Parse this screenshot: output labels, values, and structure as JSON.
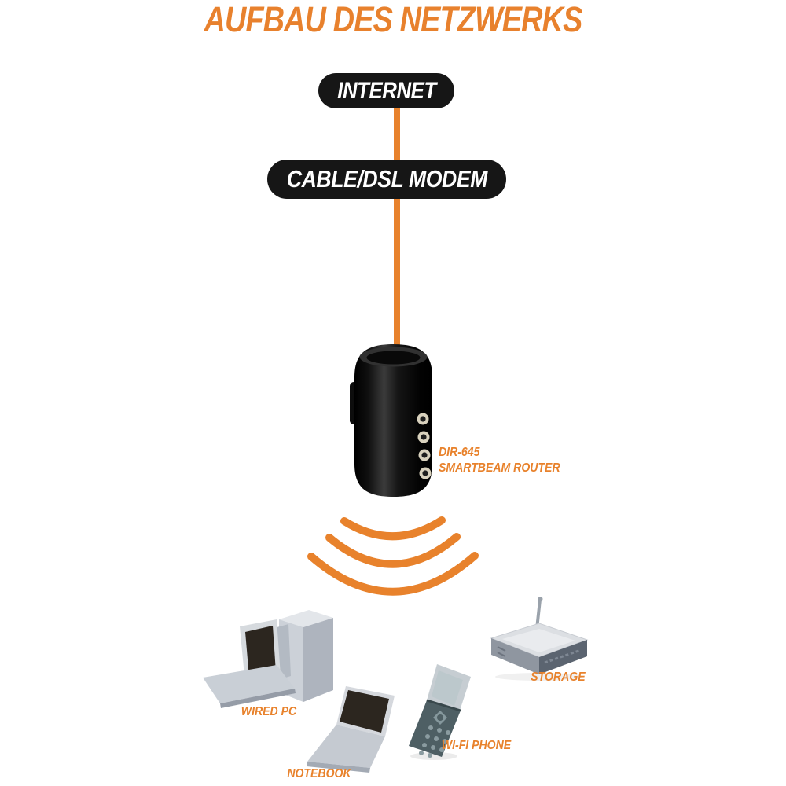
{
  "title": "AUFBAU DES NETZWERKS",
  "colors": {
    "accent_orange": "#E8822C",
    "pill_background": "#161616",
    "pill_text": "#FFFFFF",
    "device_gray": "#C9CED5",
    "screen_dark": "#2C261F"
  },
  "nodes": {
    "internet": {
      "label": "INTERNET"
    },
    "modem": {
      "label": "CABLE/DSL MODEM"
    },
    "router": {
      "model": "DIR-645",
      "name": "SMARTBEAM ROUTER"
    }
  },
  "devices": [
    {
      "id": "wired-pc",
      "label": "WIRED PC",
      "icon": "desktop-pc-icon"
    },
    {
      "id": "notebook",
      "label": "NOTEBOOK",
      "icon": "laptop-icon"
    },
    {
      "id": "wifi-phone",
      "label": "WI-FI PHONE",
      "icon": "flip-phone-icon"
    },
    {
      "id": "storage",
      "label": "STORAGE",
      "icon": "storage-box-icon"
    }
  ],
  "connections": [
    {
      "from": "internet",
      "to": "modem",
      "type": "wired"
    },
    {
      "from": "modem",
      "to": "router",
      "type": "wired"
    },
    {
      "from": "router",
      "to": "clients",
      "type": "wireless"
    }
  ],
  "icons": {
    "router": "dir645-router-icon",
    "wireless": "wifi-signal-arcs-icon"
  }
}
